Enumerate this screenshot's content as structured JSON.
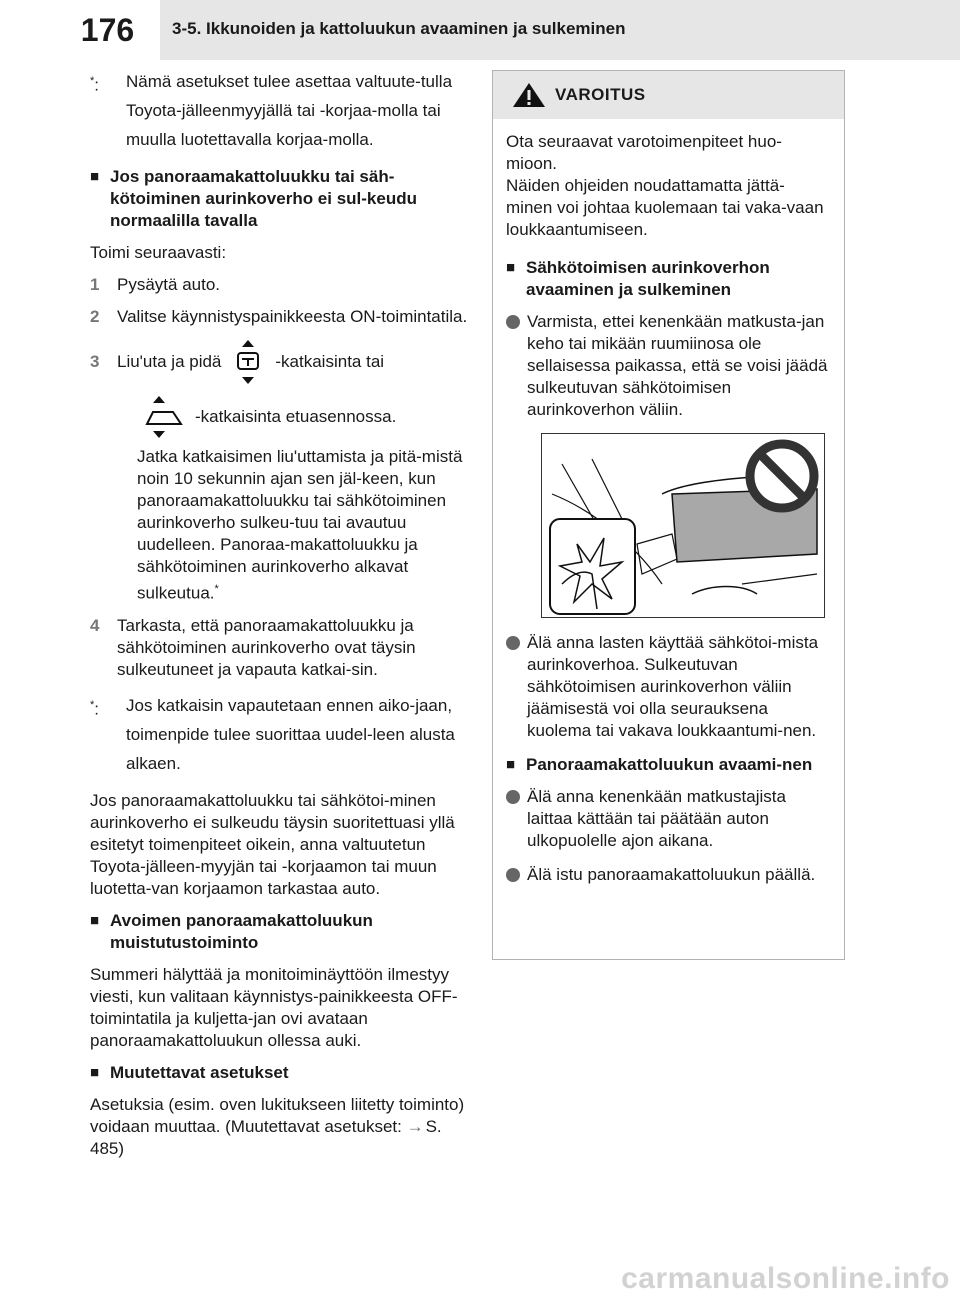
{
  "header": {
    "page_number": "176",
    "section_title": "3-5. Ikkunoiden ja kattoluukun avaaminen ja sulkeminen"
  },
  "left": {
    "note1_text": "Nämä asetukset tulee asettaa valtuute-tulla Toyota-jälleenmyyjällä tai -korjaa-molla tai muulla luotettavalla korjaa-molla.",
    "heading1": "Jos panoraamakattoluukku tai säh-kötoiminen aurinkoverho ei sul-keudu normaalilla tavalla",
    "intro": "Toimi seuraavasti:",
    "step1": "Pysäytä auto.",
    "step2": "Valitse käynnistyspainikkeesta ON-toimintatila.",
    "step3_pre": "Liu'uta ja pidä",
    "step3_post": "-katkaisinta tai",
    "step3_line2": "-katkaisinta etuasennossa.",
    "step3_cont": "Jatka katkaisimen liu'uttamista ja pitä-mistä noin 10 sekunnin ajan sen jäl-keen, kun panoraamakattoluukku tai sähkötoiminen aurinkoverho sulkeu-tuu tai avautuu uudelleen. Panoraa-makattoluukku ja sähkötoiminen aurinkoverho alkavat sulkeutua.",
    "step4": "Tarkasta, että panoraamakattoluukku ja sähkötoiminen aurinkoverho ovat täysin sulkeutuneet ja vapauta katkai-sin.",
    "note2_text": "Jos katkaisin vapautetaan ennen aiko-jaan, toimenpide tulee suorittaa uudel-leen alusta alkaen.",
    "para1": "Jos panoraamakattoluukku tai sähkötoi-minen aurinkoverho ei sulkeudu täysin suoritettuasi yllä esitetyt toimenpiteet oikein, anna valtuutetun Toyota-jälleen-myyjän tai -korjaamon tai muun luotetta-van korjaamon tarkastaa auto.",
    "heading2": "Avoimen panoraamakattoluukun muistutustoiminto",
    "para2": "Summeri hälyttää ja monitoiminäyttöön ilmestyy viesti, kun valitaan käynnistys-painikkeesta OFF-toimintatila ja kuljetta-jan ovi avataan panoraamakattoluukun ollessa auki.",
    "heading3": "Muutettavat asetukset",
    "para3": "Asetuksia (esim. oven lukitukseen liitetty toiminto) voidaan muuttaa. (Muutettavat asetukset:",
    "para3_link": "S. 485)",
    "asterisk": "*",
    "step_numbers": [
      "1",
      "2",
      "3",
      "4"
    ]
  },
  "warning": {
    "title": "VAROITUS",
    "intro": "Ota seuraavat varotoimenpiteet huo-mioon.\nNäiden ohjeiden noudattamatta jättä-minen voi johtaa kuolemaan tai vaka-vaan loukkaantumiseen.",
    "heading1": "Sähkötoimisen aurinkoverhon avaaminen ja sulkeminen",
    "bullet1": "Varmista, ettei kenenkään matkusta-jan keho tai mikään ruumiinosa ole sellaisessa paikassa, että se voisi jäädä sulkeutuvan sähkötoimisen aurinkoverhon väliin.",
    "bullet2": "Älä anna lasten käyttää sähkötoi-mista aurinkoverhoa. Sulkeutuvan sähkötoimisen aurinkoverhon väliin jäämisestä voi olla seurauksena kuolema tai vakava loukkaantumi-nen.",
    "heading2": "Panoraamakattoluukun avaami-nen",
    "bullet3": "Älä anna kenenkään matkustajista laittaa kättään tai päätään auton ulkopuolelle ajon aikana.",
    "bullet4": "Älä istu panoraamakattoluukun päällä."
  },
  "footer": {
    "watermark": "carmanualsonline.info"
  }
}
